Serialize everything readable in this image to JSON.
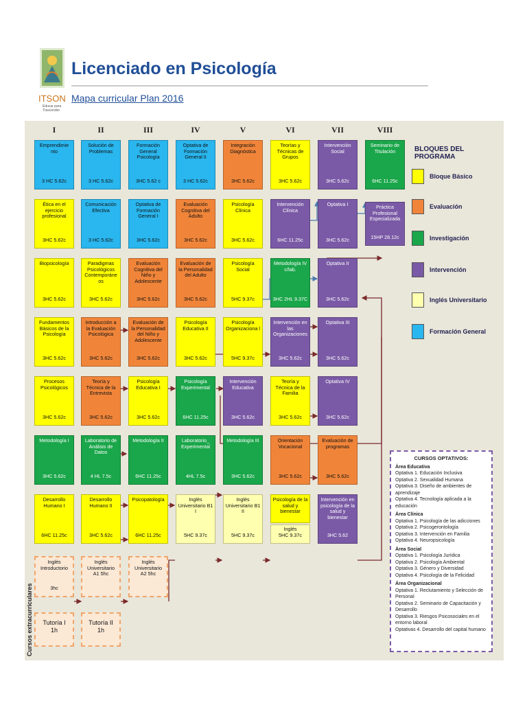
{
  "logo": {
    "brand": "ITSON",
    "tagline": "Educar para Trascender"
  },
  "title": "Licenciado en Psicología",
  "subtitle": "Mapa curricular Plan 2016",
  "semesters": [
    "I",
    "II",
    "III",
    "IV",
    "V",
    "VI",
    "VII",
    "VIII"
  ],
  "legend": {
    "title": "BLOQUES DEL PROGRAMA",
    "items": [
      {
        "label": "Bloque Básico",
        "color": "#ffff00"
      },
      {
        "label": "Evaluación",
        "color": "#f0853a"
      },
      {
        "label": "Investigación",
        "color": "#1aa64a"
      },
      {
        "label": "Intervención",
        "color": "#7a5aa6"
      },
      {
        "label": "Inglés Universitario",
        "color": "#ffffb0"
      },
      {
        "label": "Formación General",
        "color": "#2ab6ee"
      }
    ]
  },
  "courses": {
    "c1": {
      "name": "Emprendimie nto",
      "hours": "3 HC   5.62c"
    },
    "c2": {
      "name": "Solución de Problemas",
      "hours": "3 HC   5.62c"
    },
    "c3": {
      "name": "Formación General Psicología",
      "hours": "3HC   5.62 c"
    },
    "c4": {
      "name": "Optativa de Formación General II",
      "hours": "3 HC  5.62c"
    },
    "c5": {
      "name": "Integración Diagnóstica",
      "hours": "3HC   5.62c"
    },
    "c6": {
      "name": "Teorías y Técnicas de Grupos",
      "hours": "3HC   5.62c"
    },
    "c7": {
      "name": "Intervención Social",
      "hours": "3HC   5.62c"
    },
    "c8": {
      "name": "Seminario de Titulación",
      "hours": "6HC  11.25c"
    },
    "d1": {
      "name": "Ética en el ejercicio profesional",
      "hours": "3HC   5.62c"
    },
    "d2": {
      "name": "Comunicación Efectiva",
      "hours": "3 HC     5.62c"
    },
    "d3": {
      "name": "Optativa de Formación General I",
      "hours": "3HC   5.62c"
    },
    "d4": {
      "name": "Evaluación Cognitiva del Adulto",
      "hours": "3HC   5.62c"
    },
    "d5": {
      "name": "Psicología Clínica",
      "hours": "3HC   5.62c"
    },
    "d6": {
      "name": "Intervención Clínica",
      "hours": "6HC  11.25c"
    },
    "d7": {
      "name": "Optativa I",
      "hours": "3HC   5.62c"
    },
    "d8": {
      "name": "Práctica Profesional Especializada",
      "hours": "15HP  28.12c"
    },
    "e1": {
      "name": "Biopsicología",
      "hours": "3HC   5.62c"
    },
    "e2": {
      "name": "Paradigmas Psicológicos Contemporáne os",
      "hours": "3HC   5.62c"
    },
    "e3": {
      "name": "Evaluación Cognitiva del Niño y Adolescente",
      "hours": "3HC   5.62c"
    },
    "e4": {
      "name": "Evaluación de la Personalidad del Adulto",
      "hours": "3HC   5.62c"
    },
    "e5": {
      "name": "Psicología Social",
      "hours": "5HC   9.37c"
    },
    "e6": {
      "name": "Metodología IV c/lab.",
      "hours": "3HC  2HL 9.37C"
    },
    "e7": {
      "name": "Optativa II",
      "hours": "3HC   5.62c"
    },
    "f1": {
      "name": "Fundamentos Básicos de la Psicología",
      "hours": "3HC   5.62c"
    },
    "f2": {
      "name": "Introducción a la Evaluación Psicológica",
      "hours": "3HC   5.62c"
    },
    "f3": {
      "name": "Evaluación de la Personalidad del Niño y Adolescente",
      "hours": "3HC   5.62c"
    },
    "f4": {
      "name": "Psicología Educativa II",
      "hours": "3HC   5.62c"
    },
    "f5": {
      "name": "Psicología Organizaciona l",
      "hours": "5HC   9.37c"
    },
    "f6": {
      "name": "Intervención en las Organizaciones",
      "hours": "3HC   5.62c"
    },
    "f7": {
      "name": "Optativa III",
      "hours": "3HC   5.62c"
    },
    "g1": {
      "name": "Procesos Psicológicos",
      "hours": "3HC   5.62c"
    },
    "g2": {
      "name": "Teoría y Técnica de la Entrevista",
      "hours": "3HC   5.62c"
    },
    "g3": {
      "name": "Psicología Educativa I",
      "hours": "3HC   5.62c"
    },
    "g4": {
      "name": "Psicología Experimental",
      "hours": "6HC  11.25c"
    },
    "g5": {
      "name": "Intervención Educativa",
      "hours": "3HC   5.62c"
    },
    "g6": {
      "name": "Teoría y Técnica de la Familia",
      "hours": "3HC   5.62c"
    },
    "g7": {
      "name": "Optativa IV",
      "hours": "3HC   5.62c"
    },
    "h1": {
      "name": "Metodología I",
      "hours": "3HC   5.62c"
    },
    "h2": {
      "name": "Laboratorio de Análisis de Datos",
      "hours": "4 HL   7.5c"
    },
    "h3": {
      "name": "Metodología II",
      "hours": "6HC 11.25c"
    },
    "h4": {
      "name": "Laboratorio_ Experimental",
      "hours": "4HL   7.5c"
    },
    "h5": {
      "name": "Metodología III",
      "hours": "3HC   5.62c"
    },
    "h6": {
      "name": "Orientación Vocacional",
      "hours": "3HC   5.62c"
    },
    "h7": {
      "name": "Evaluación de programas",
      "hours": "3HC   5.62c"
    },
    "i1": {
      "name": "Desarrollo Humano I",
      "hours": "6HC 11.25c"
    },
    "i2": {
      "name": "Desarrollo Humano II",
      "hours": "3HC   5.62c"
    },
    "i3": {
      "name": "Psicopatología",
      "hours": "6HC   11.25c"
    },
    "i4": {
      "name": "Inglés Universitario B1 I",
      "hours": "5HC   9.37c"
    },
    "i5": {
      "name": "Inglés Universitario B1 II",
      "hours": "5HC   9.37c"
    },
    "i6": {
      "name": "Psicología de la salud y bienestar",
      "hours": ""
    },
    "i6b": {
      "name": "Inglés",
      "hours": "5HC 9.37c"
    },
    "i7": {
      "name": "Intervención en psicología de la salud y bienestar",
      "hours": "3HC    5.62"
    },
    "j1": {
      "name": "Inglés Introductorio",
      "hours": "3hc"
    },
    "j2": {
      "name": "Inglés Universitario A1 5hc",
      "hours": ""
    },
    "j3": {
      "name": "Inglés Universitario A2    5hc",
      "hours": ""
    },
    "k1": {
      "name": "Tutoría I",
      "hours": "1h"
    },
    "k2": {
      "name": "Tutoría II",
      "hours": "1h"
    }
  },
  "extracurricular_label": "Cursos extracurriculares",
  "optativos": {
    "title": "CURSOS OPTATIVOS:",
    "areas": [
      {
        "name": "Área Educativa",
        "items": [
          "Optativa 1.  Educación Inclusiva",
          "Optativa 2.  Sexualidad Humana",
          "Optativa 3.  Diseño de ambientes de aprendizaje",
          "Optativa 4.  Tecnología aplicada a la educación"
        ]
      },
      {
        "name": "Área Clínica",
        "items": [
          "Optativa 1.  Psicología de las adicciones",
          "Optativa 2.  Psicogerontología",
          "Optativa 3.  Intervención en Familia",
          "Optativa 4.  Neuropsicología"
        ]
      },
      {
        "name": "Área Social",
        "items": [
          "Optativa 1.  Psicología Jurídica",
          "Optativa 2.  Psicología Ambiental",
          "Optativa 3.  Género y Diversidad",
          "Optativa 4.  Psicología de la Felicidad"
        ]
      },
      {
        "name": "Área Organizacional",
        "items": [
          "Optativa 1.  Reclutamiento y Selección de Personal",
          "Optativa 2.  Seminario de Capacitación y Desarrollo",
          "Optativa 3.  Riesgos Psicosociales en el entorno laboral",
          "Optativas 4.  Desarrollo del capital  humano"
        ]
      }
    ]
  }
}
